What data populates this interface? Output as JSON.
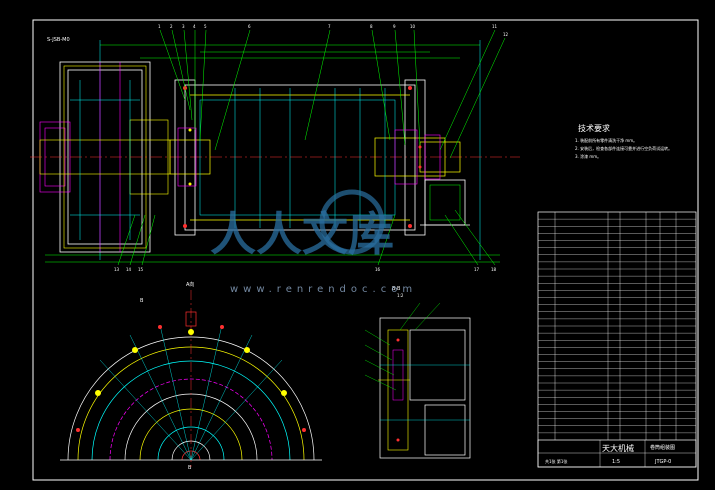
{
  "cad": {
    "top_left_label": "S-JSB-M0",
    "section_a_label": "A向",
    "section_b_label": "B-B",
    "section_b_scale": "1:2",
    "section_mark_b": "B",
    "callouts_top": [
      "1",
      "2",
      "3",
      "4",
      "5",
      "6",
      "7",
      "8",
      "9",
      "10",
      "11",
      "12"
    ],
    "callouts_bottom": [
      "13",
      "14",
      "15",
      "16",
      "17",
      "18"
    ],
    "tech_req_title": "技术要求",
    "tech_req_lines": [
      "1. 装配前所有零件清洗干净 mm。",
      "2. 安装后，检查各部件连接可靠并进行空负荷试运转。",
      "3. 涂漆 mm。"
    ],
    "title_block": {
      "company": "天大机械",
      "drawing_name": "JTGP-0",
      "sub_name": "卷筒组装图",
      "scale_label": "1:5",
      "sheet": "共1张 第1张"
    }
  },
  "watermark": {
    "chars": "人人文库",
    "url": "www.renrendoc.com"
  },
  "colors": {
    "background": "#000000",
    "frame": "#ffffff",
    "geometry_yellow": "#ffff00",
    "geometry_cyan": "#00ffff",
    "geometry_green": "#00ff00",
    "geometry_magenta": "#ff00ff",
    "geometry_red": "#ff3030",
    "watermark": "#2a6fa0"
  }
}
